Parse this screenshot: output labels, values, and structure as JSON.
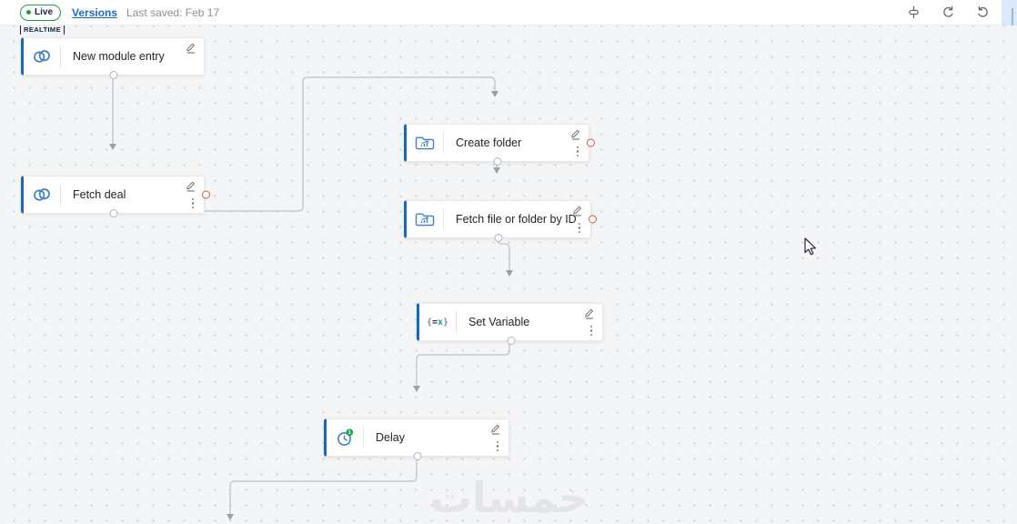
{
  "header": {
    "live_label": "Live",
    "versions_label": "Versions",
    "last_saved_label": "Last saved: Feb 17"
  },
  "canvas": {
    "realtime_tag": "REALTIME",
    "watermark": "خمسات",
    "nodes": [
      {
        "label": "New module entry",
        "icon": "link-rings"
      },
      {
        "label": "Fetch deal",
        "icon": "link-rings",
        "warning": true
      },
      {
        "label": "Create folder",
        "icon": "folder-chart",
        "warning": true
      },
      {
        "label": "Fetch file or folder by ID",
        "icon": "folder-chart",
        "warning": true
      },
      {
        "label": "Set Variable",
        "icon": "variable",
        "icon_text": {
          "open": "{",
          "eq": "=",
          "x": "x",
          "close": "}"
        }
      },
      {
        "label": "Delay",
        "icon": "clock-badge",
        "badge": "1"
      }
    ]
  },
  "colors": {
    "accent_blue": "#1a69b4",
    "icon_blue": "#3f7fc0",
    "warning_orange": "#e2572b",
    "live_green": "#1e9e4a",
    "link_blue": "#1a6bc4"
  }
}
